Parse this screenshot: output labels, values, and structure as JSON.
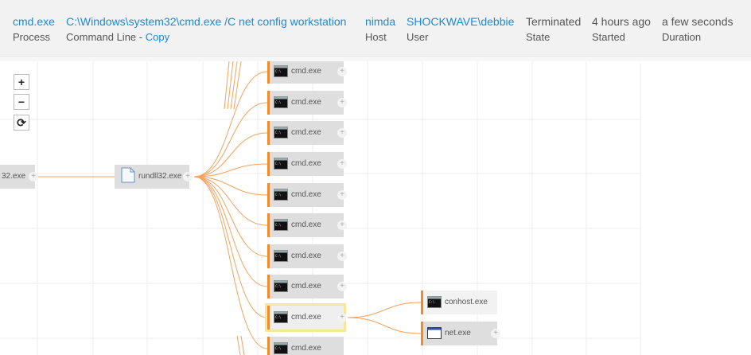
{
  "header": {
    "process": {
      "value": "cmd.exe",
      "label": "Process"
    },
    "command_line": {
      "value": "C:\\Windows\\system32\\cmd.exe /C net config workstation",
      "label": "Command Line - ",
      "copy": "Copy"
    },
    "host": {
      "value": "nimda",
      "label": "Host"
    },
    "user": {
      "value": "SHOCKWAVE\\debbie",
      "label": "User"
    },
    "state": {
      "value": "Terminated",
      "label": "State"
    },
    "started": {
      "value": "4 hours ago",
      "label": "Started"
    },
    "duration": {
      "value": "a few seconds",
      "label": "Duration"
    }
  },
  "zoom": {
    "in": "+",
    "out": "−",
    "reset": "⟳"
  },
  "graph": {
    "parent_node": {
      "label": "32.exe",
      "icon": "terminal-icon"
    },
    "rundll_node": {
      "label": "rundll32.exe",
      "icon": "document-icon"
    },
    "cmd_nodes": [
      "cmd.exe",
      "cmd.exe",
      "cmd.exe",
      "cmd.exe",
      "cmd.exe",
      "cmd.exe",
      "cmd.exe",
      "cmd.exe",
      "cmd.exe",
      "cmd.exe"
    ],
    "selected_index": 8,
    "child_nodes": [
      {
        "label": "conhost.exe",
        "icon": "terminal-icon"
      },
      {
        "label": "net.exe",
        "icon": "window-icon"
      }
    ],
    "expand_symbol": "+",
    "colors": {
      "edge": "#f5a25d",
      "node_bar": "#f08a2a",
      "selected_border": "#f7e79b",
      "link": "#1e88d6"
    }
  }
}
